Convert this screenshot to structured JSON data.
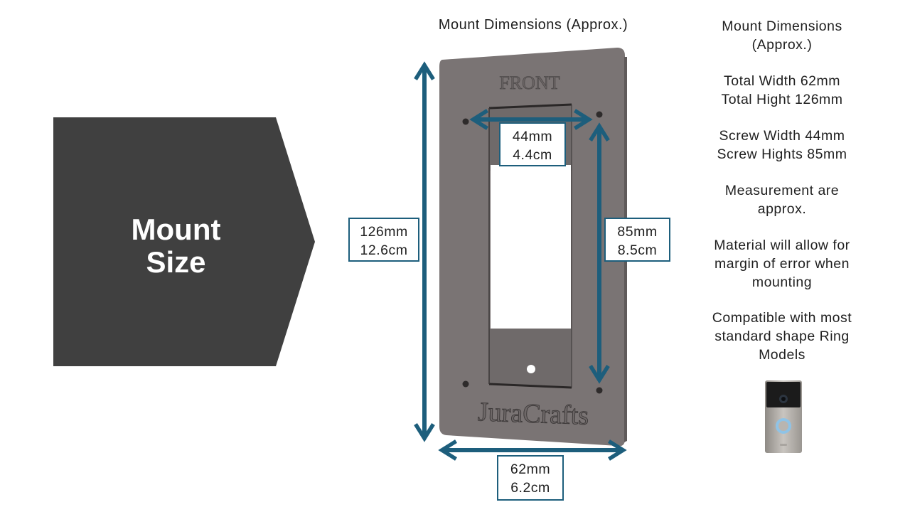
{
  "banner": {
    "line1": "Mount",
    "line2": "Size",
    "color": "#404040"
  },
  "center_title": "Mount Dimensions (Approx.)",
  "plate": {
    "color": "#7a7474",
    "front_label": "FRONT",
    "brand_label": "JuraCrafts"
  },
  "dimensions": {
    "height": {
      "mm": "126mm",
      "cm": "12.6cm"
    },
    "width": {
      "mm": "62mm",
      "cm": "6.2cm"
    },
    "screw_width": {
      "mm": "44mm",
      "cm": "4.4cm"
    },
    "screw_height": {
      "mm": "85mm",
      "cm": "8.5cm"
    },
    "arrow_color": "#1d5e7c"
  },
  "sidebar": {
    "heading_line1": "Mount Dimensions",
    "heading_line2": "(Approx.)",
    "total_width": "Total Width 62mm",
    "total_height": "Total Hight 126mm",
    "screw_width": "Screw Width 44mm",
    "screw_height": "Screw Hights 85mm",
    "approx_line1": "Measurement are",
    "approx_line2": "approx.",
    "margin_line1": "Material will allow for",
    "margin_line2": "margin of error when",
    "margin_line3": "mounting",
    "compat_line1": "Compatible with most",
    "compat_line2": "standard shape Ring",
    "compat_line3": "Models"
  },
  "doorbell": {
    "icon": "ring-doorbell-icon"
  }
}
